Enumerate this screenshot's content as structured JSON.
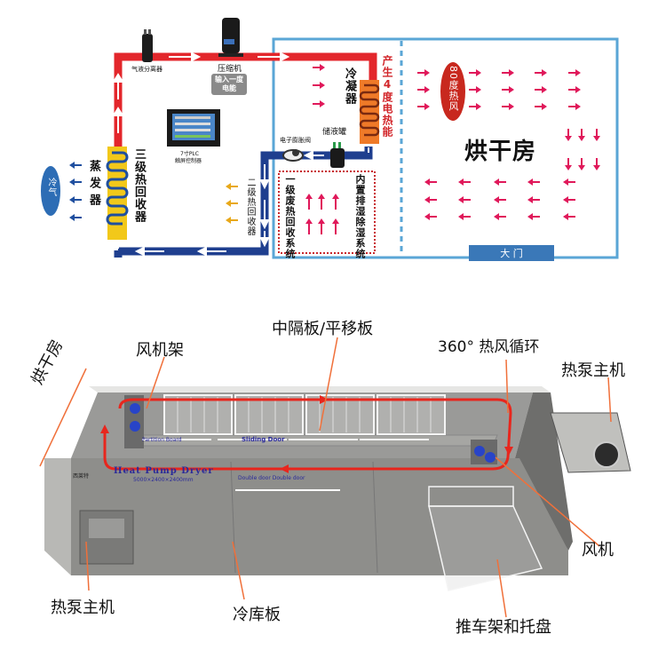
{
  "colors": {
    "hot_pipe": "#e3262b",
    "cold_pipe": "#1f3f8f",
    "room_border": "#5aa6d6",
    "air_arrow": "#e0185a",
    "yellow_arrow": "#e8a81a",
    "cold_arrow": "#1f4f9f",
    "callout_line": "#f0703a",
    "circulation": "#e8261d",
    "cabinet_gray": "#8b8b88",
    "door_badge": "#3a78b8"
  },
  "top_diagram": {
    "components": {
      "gas_liquid_separator": "气液分离器",
      "compressor": "压缩机",
      "compressor_badge": "输入一度电能",
      "condenser": "冷凝器",
      "condenser_output": "产生4度电热能",
      "receiver_tank": "储液罐",
      "expansion_valve": "电子膨胀阀",
      "plc_controller_line1": "7寸PLC",
      "plc_controller_line2": "触屏控制器",
      "evaporator": "蒸发器",
      "stage3_recovery": "三级热回收器",
      "stage2_recovery": "二级热回收器",
      "stage1_recovery": "一级废热回收系统",
      "dehumidify_system": "内置排湿除湿系统",
      "cold_air": "冷气",
      "hot_air_badge": "80度热风",
      "drying_room": "烘干房",
      "door": "大 门"
    }
  },
  "bottom_diagram": {
    "labels": {
      "drying_room_side": "烘干房",
      "fan_rack": "风机架",
      "partition": "中隔板/平移板",
      "circulation": "360° 热风循环",
      "heat_pump_right": "热泵主机",
      "fan": "风机",
      "heat_pump_left": "热泵主机",
      "cold_storage_panel": "冷库板",
      "cart_and_trays": "推车架和托盘"
    },
    "panel_text": {
      "product_name": "Heat Pump Dryer",
      "dimensions": "5000×2400×2400mm",
      "partition_board": "Partition Board",
      "sliding_door": "Sliding Door",
      "double_door": "Double door Double door",
      "brand": "西莱特"
    }
  }
}
